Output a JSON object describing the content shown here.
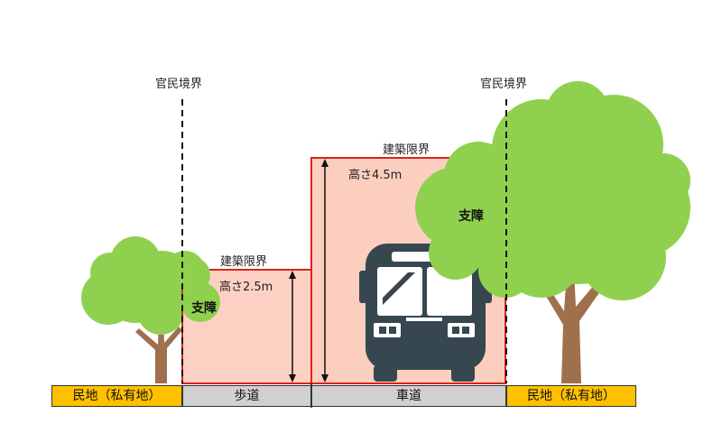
{
  "boundary_label_left": "官民境界",
  "boundary_label_right": "官民境界",
  "sidewalk": {
    "clearance_label": "建築限界",
    "height_label": "高さ2.5m",
    "obstruction_label": "支障"
  },
  "roadway": {
    "clearance_label": "建築限界",
    "height_label": "高さ4.5m",
    "obstruction_label": "支障"
  },
  "ground": {
    "private_left": "民地（私有地）",
    "sidewalk": "歩道",
    "roadway": "車道",
    "private_right": "民地（私有地）"
  },
  "colors": {
    "clearance_fill": "#fbc9b8",
    "clearance_border": "#e0211b",
    "foliage": "#8fd14f",
    "trunk": "#a0704d",
    "bus": "#37474f",
    "private_land": "#ffc000",
    "public_land": "#d0d0d0"
  },
  "icons": [
    "small-tree-icon",
    "large-tree-icon",
    "bus-icon"
  ]
}
